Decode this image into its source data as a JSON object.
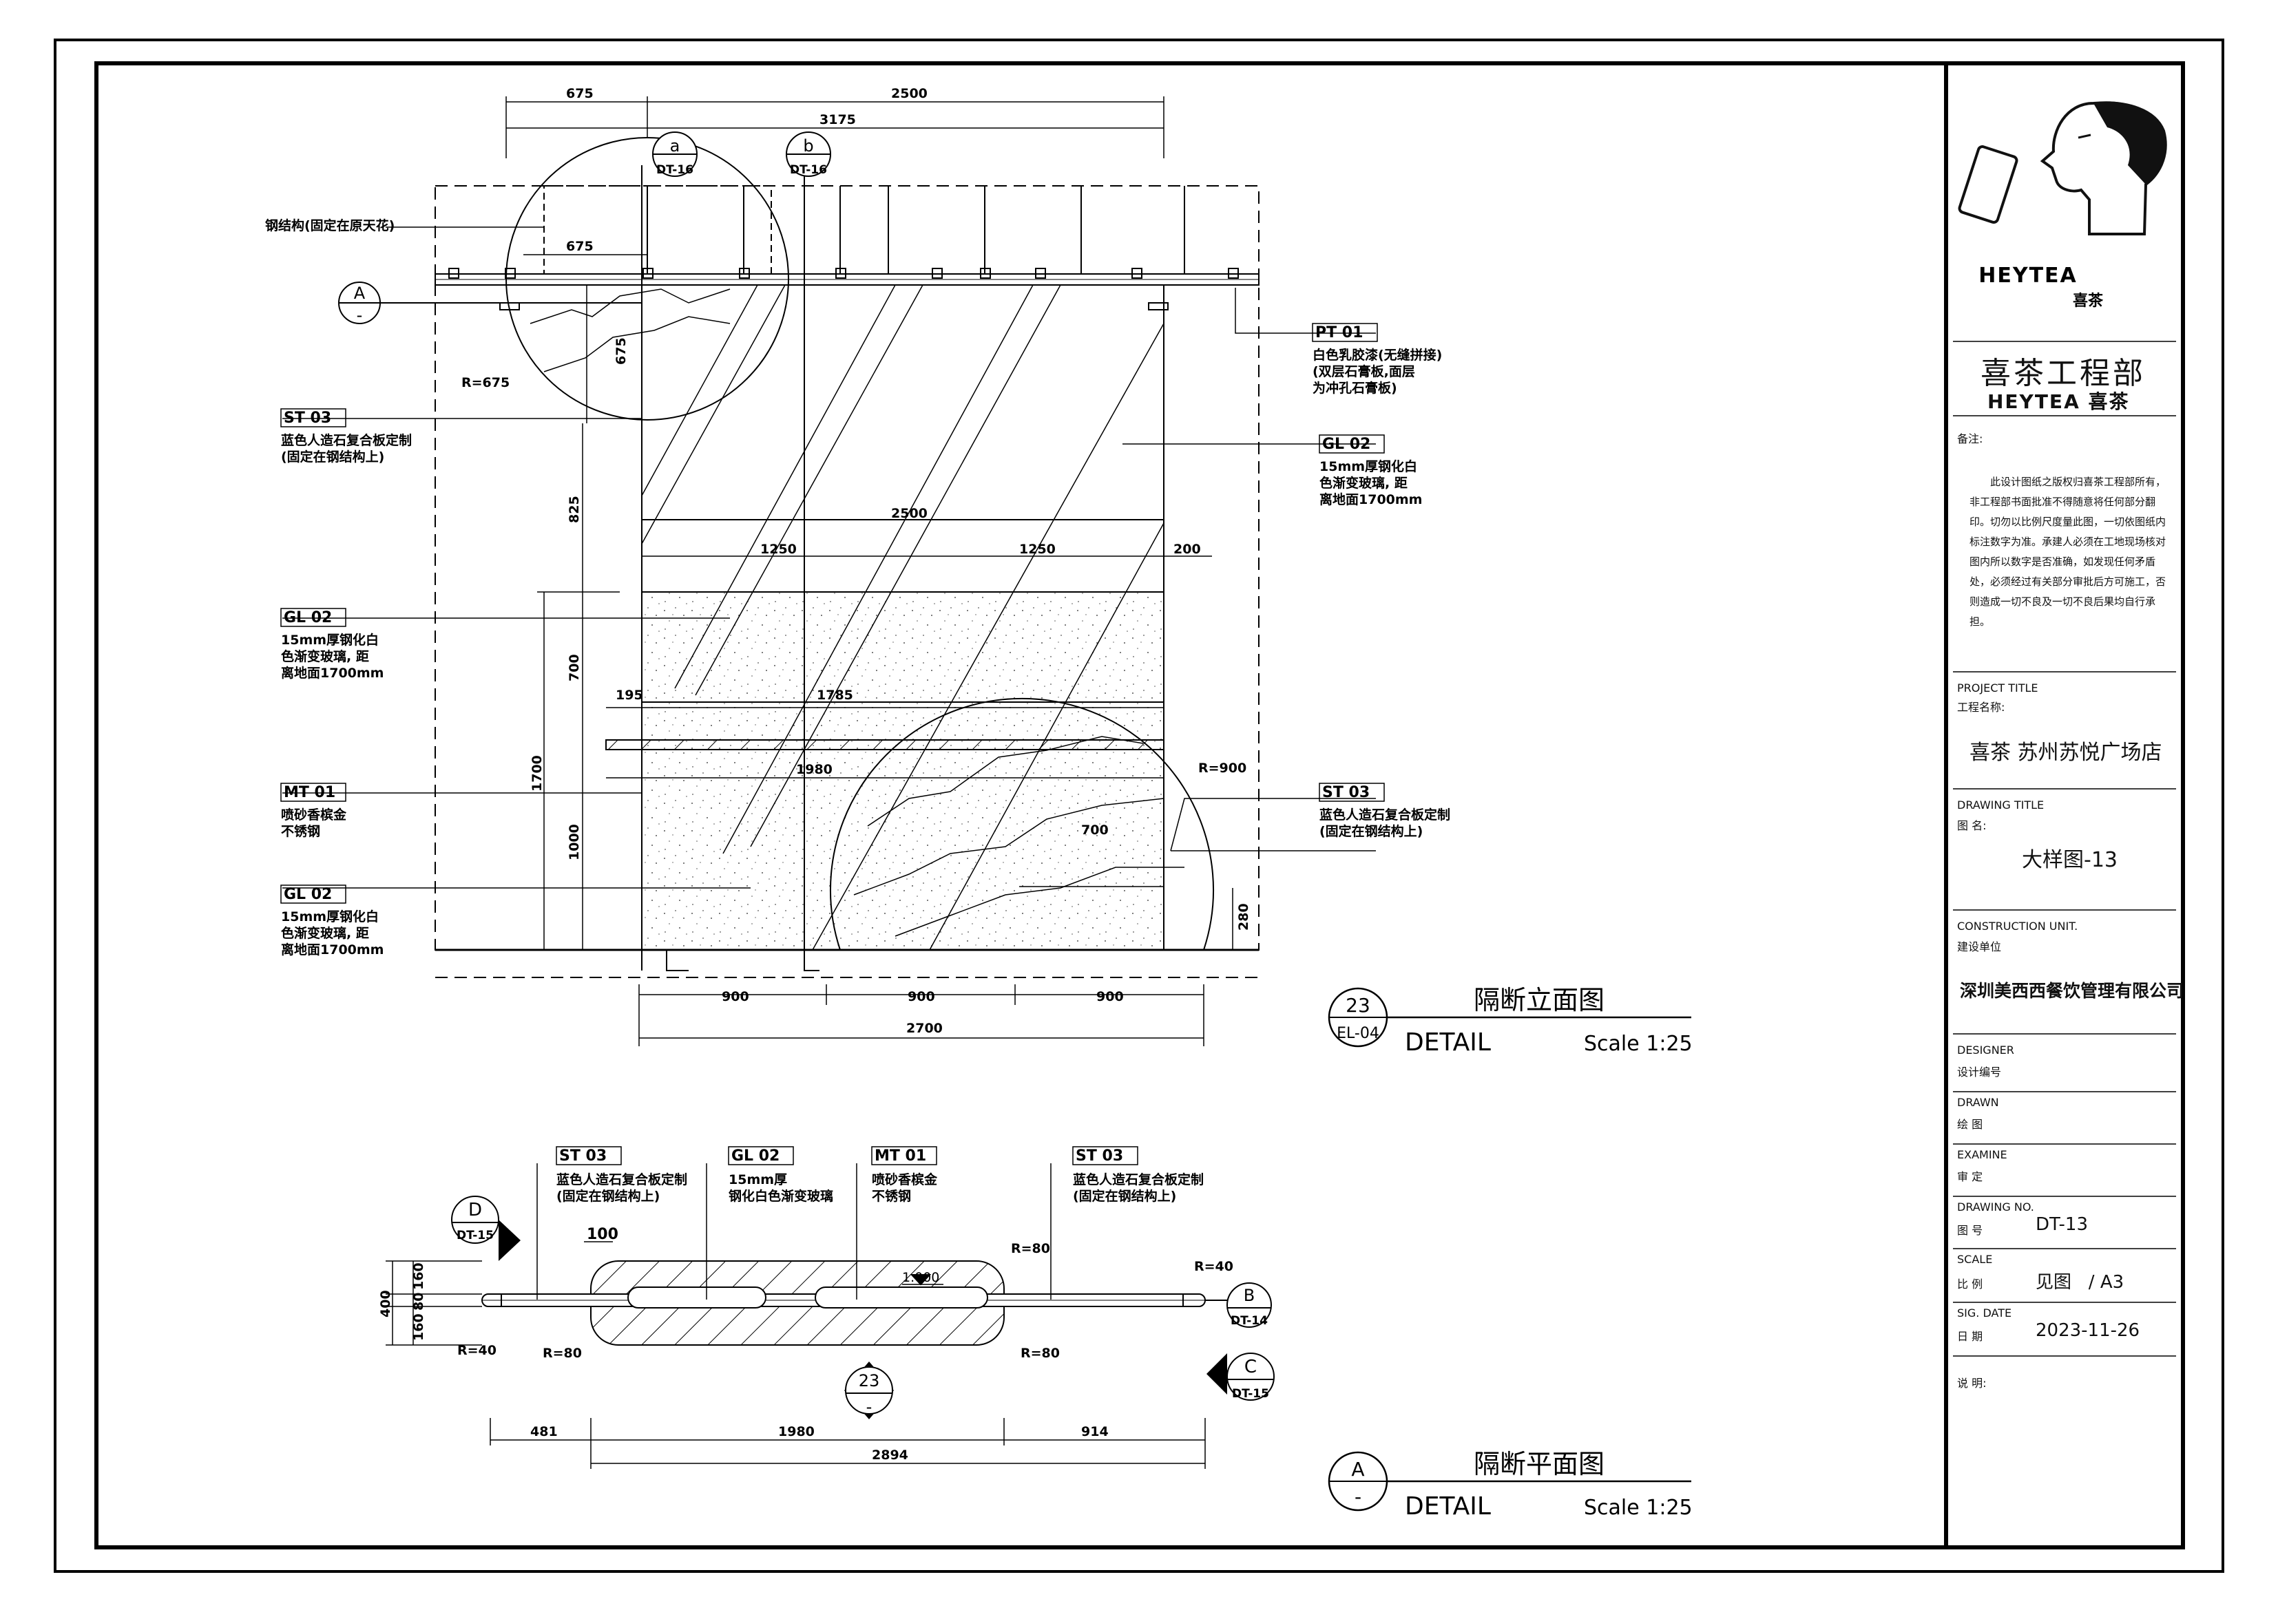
{
  "elevation": {
    "dims_top": [
      "675",
      "2500",
      "3175"
    ],
    "dims_inner": {
      "d675_h": "675",
      "d675_v": "675",
      "d825": "825",
      "d700": "700",
      "d1700": "1700",
      "d1000": "1000",
      "d2500": "2500",
      "d1250a": "1250",
      "d1250b": "1250",
      "d200": "200",
      "d195": "195",
      "d1785": "1785",
      "d1980": "1980",
      "d700b": "700",
      "d280": "280",
      "r675": "R=675",
      "r900": "R=900"
    },
    "dims_bottom": [
      "900",
      "900",
      "900",
      "2700"
    ],
    "section_marks": [
      {
        "letter": "a",
        "ref": "DT-16"
      },
      {
        "letter": "b",
        "ref": "DT-16"
      }
    ],
    "axis_A": {
      "letter": "A",
      "sub": "-"
    },
    "labels": {
      "steel": "钢结构(固定在原天花)",
      "st03_a_code": "ST   03",
      "st03_a_l1": "蓝色人造石复合板定制",
      "st03_a_l2": "(固定在钢结构上)",
      "gl02_a_code": "GL   02",
      "gl02_a_l1": "15mm厚钢化白",
      "gl02_a_l2": "色渐变玻璃, 距",
      "gl02_a_l3": "离地面1700mm",
      "mt01_code": "MT   01",
      "mt01_l1": "喷砂香槟金",
      "mt01_l2": "不锈钢",
      "gl02_b_code": "GL   02",
      "gl02_b_l1": "15mm厚钢化白",
      "gl02_b_l2": "色渐变玻璃, 距",
      "gl02_b_l3": "离地面1700mm",
      "pt01_code": "PT   01",
      "pt01_l1": "白色乳胶漆(无缝拼接)",
      "pt01_l2": "(双层石膏板,面层",
      "pt01_l3": "为冲孔石膏板)",
      "gl02_c_code": "GL   02",
      "gl02_c_l1": "15mm厚钢化白",
      "gl02_c_l2": "色渐变玻璃, 距",
      "gl02_c_l3": "离地面1700mm",
      "st03_b_code": "ST   03",
      "st03_b_l1": "蓝色人造石复合板定制",
      "st03_b_l2": "(固定在钢结构上)"
    },
    "title": {
      "num": "23",
      "ref": "EL-04",
      "cn": "隔断立面图",
      "en": "DETAIL",
      "scale": "Scale 1:25"
    }
  },
  "plan": {
    "labels": {
      "st03_a_code": "ST   03",
      "st03_a_l1": "蓝色人造石复合板定制",
      "st03_a_l2": "(固定在钢结构上)",
      "gl02_code": "GL   02",
      "gl02_l1": "15mm厚",
      "gl02_l2": "钢化白色渐变玻璃",
      "mt01_code": "MT   01",
      "mt01_l1": "喷砂香槟金",
      "mt01_l2": "不锈钢",
      "st03_b_code": "ST   03",
      "st03_b_l1": "蓝色人造石复合板定制",
      "st03_b_l2": "(固定在钢结构上)"
    },
    "dims": {
      "d100": "100",
      "d400": "400",
      "d160a": "160",
      "d80": "80",
      "d160b": "160",
      "r40a": "R=40",
      "r80a": "R=80",
      "r80b": "R=80",
      "r80c": "R=80",
      "r40b": "R=40",
      "level": "1.000",
      "d481": "481",
      "d1980": "1980",
      "d914": "914",
      "d2894": "2894"
    },
    "marks": [
      {
        "letter": "D",
        "ref": "DT-15"
      },
      {
        "letter": "B",
        "ref": "DT-14"
      },
      {
        "letter": "C",
        "ref": "DT-15"
      },
      {
        "letter": "23",
        "ref": "-"
      }
    ],
    "title": {
      "num": "A",
      "ref": "-",
      "cn": "隔断平面图",
      "en": "DETAIL",
      "scale": "Scale 1:25"
    }
  },
  "title_block": {
    "brand": "HEYTEA",
    "brand_cn": "喜茶",
    "dept_cn": "喜茶工程部",
    "dept_en": "HEYTEA  喜茶",
    "remark_label": "备注:",
    "remark": "此设计图纸之版权归喜茶工程部所有，非工程部书面批准不得随意将任何部分翻印。切勿以比例尺度量此图，一切依图纸内标注数字为准。承建人必须在工地现场核对图内所以数字是否准确，如发现任何矛盾处，必须经过有关部分审批后方可施工，否则造成一切不良及一切不良后果均自行承担。",
    "project_title_en": "PROJECT TITLE",
    "project_title_cn": "工程名称:",
    "project": "喜茶  苏州苏悦广场店",
    "drawing_title_en": "DRAWING TITLE",
    "drawing_title_cn": "图    名:",
    "drawing": "大样图-13",
    "construction_en": "CONSTRUCTION UNIT.",
    "construction_cn": "建设单位",
    "construction": "深圳美西西餐饮管理有限公司",
    "designer_en": "DESIGNER",
    "designer_cn": "设计编号",
    "drawn_en": "DRAWN",
    "drawn_cn": "绘 图",
    "examine_en": "EXAMINE",
    "examine_cn": "审 定",
    "drawing_no_en": "DRAWING NO.",
    "drawing_no_cn": "图 号",
    "drawing_no": "DT-13",
    "scale_en": "SCALE",
    "scale_cn": "比 例",
    "scale": "见图   / A3",
    "date_en": "SIG. DATE",
    "date_cn": "日 期",
    "date": "2023-11-26",
    "explain_cn": "说  明:"
  }
}
